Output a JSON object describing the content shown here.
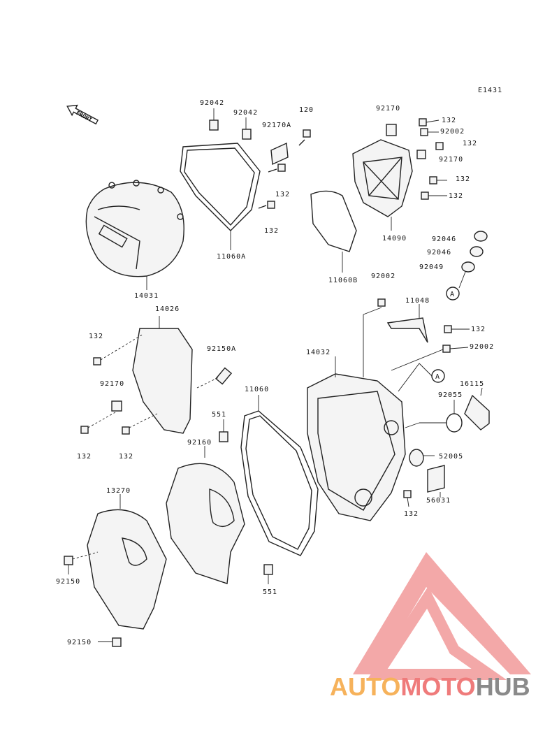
{
  "diagram_code": "E1431",
  "front_label": "FRONT",
  "parts": {
    "p92042a": "92042",
    "p92042b": "92042",
    "p120": "120",
    "p92170A": "92170A",
    "p132a": "132",
    "p132b": "132",
    "p11060A": "11060A",
    "p14031": "14031",
    "p11060B": "11060B",
    "p92170a": "92170",
    "p132c": "132",
    "p92002a": "92002",
    "p132d": "132",
    "p92170b": "92170",
    "p132e": "132",
    "p132f": "132",
    "p14090": "14090",
    "p92046a": "92046",
    "p92046b": "92046",
    "p92049": "92049",
    "pA1": "A",
    "p14026": "14026",
    "p132g": "132",
    "p92150A": "92150A",
    "p92170c": "92170",
    "p132h": "132",
    "p132i": "132",
    "p92002b": "92002",
    "p11048": "11048",
    "p132j": "132",
    "p92002c": "92002",
    "p14032": "14032",
    "pA2": "A",
    "p16115": "16115",
    "p92055": "92055",
    "p11060": "11060",
    "p551a": "551",
    "p92160": "92160",
    "p52005": "52005",
    "p56031": "56031",
    "p132k": "132",
    "p13270": "13270",
    "p92150a": "92150",
    "p551b": "551",
    "p92150b": "92150"
  },
  "watermark": {
    "part1": "AUTO",
    "part2": "MOTO",
    "part3": "HUB",
    "color1": "#f6b25b",
    "color2": "#ef7b7b",
    "color3": "#8a8a8a"
  }
}
